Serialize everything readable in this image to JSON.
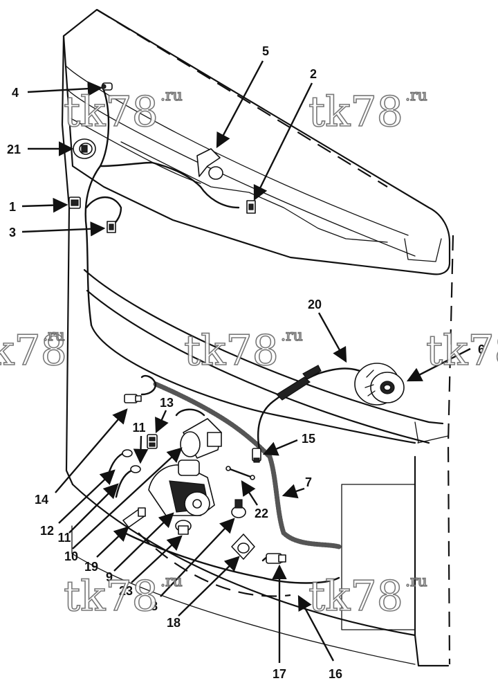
{
  "watermark": {
    "main": "tk78",
    "suffix": ".ru",
    "color": "#6a6a6a"
  },
  "callouts": [
    {
      "id": "c4",
      "label": "4"
    },
    {
      "id": "c21",
      "label": "21"
    },
    {
      "id": "c1",
      "label": "1"
    },
    {
      "id": "c3",
      "label": "3"
    },
    {
      "id": "c5",
      "label": "5"
    },
    {
      "id": "c2",
      "label": "2"
    },
    {
      "id": "c20",
      "label": "20"
    },
    {
      "id": "c6",
      "label": "6"
    },
    {
      "id": "c13",
      "label": "13"
    },
    {
      "id": "c11a",
      "label": "11"
    },
    {
      "id": "c14",
      "label": "14"
    },
    {
      "id": "c12",
      "label": "12"
    },
    {
      "id": "c11b",
      "label": "11"
    },
    {
      "id": "c10",
      "label": "10"
    },
    {
      "id": "c19",
      "label": "19"
    },
    {
      "id": "c9",
      "label": "9"
    },
    {
      "id": "c23",
      "label": "23"
    },
    {
      "id": "c8",
      "label": "8"
    },
    {
      "id": "c15",
      "label": "15"
    },
    {
      "id": "c7",
      "label": "7"
    },
    {
      "id": "c22",
      "label": "22"
    },
    {
      "id": "c18",
      "label": "18"
    },
    {
      "id": "c17",
      "label": "17"
    },
    {
      "id": "c16",
      "label": "16"
    }
  ]
}
